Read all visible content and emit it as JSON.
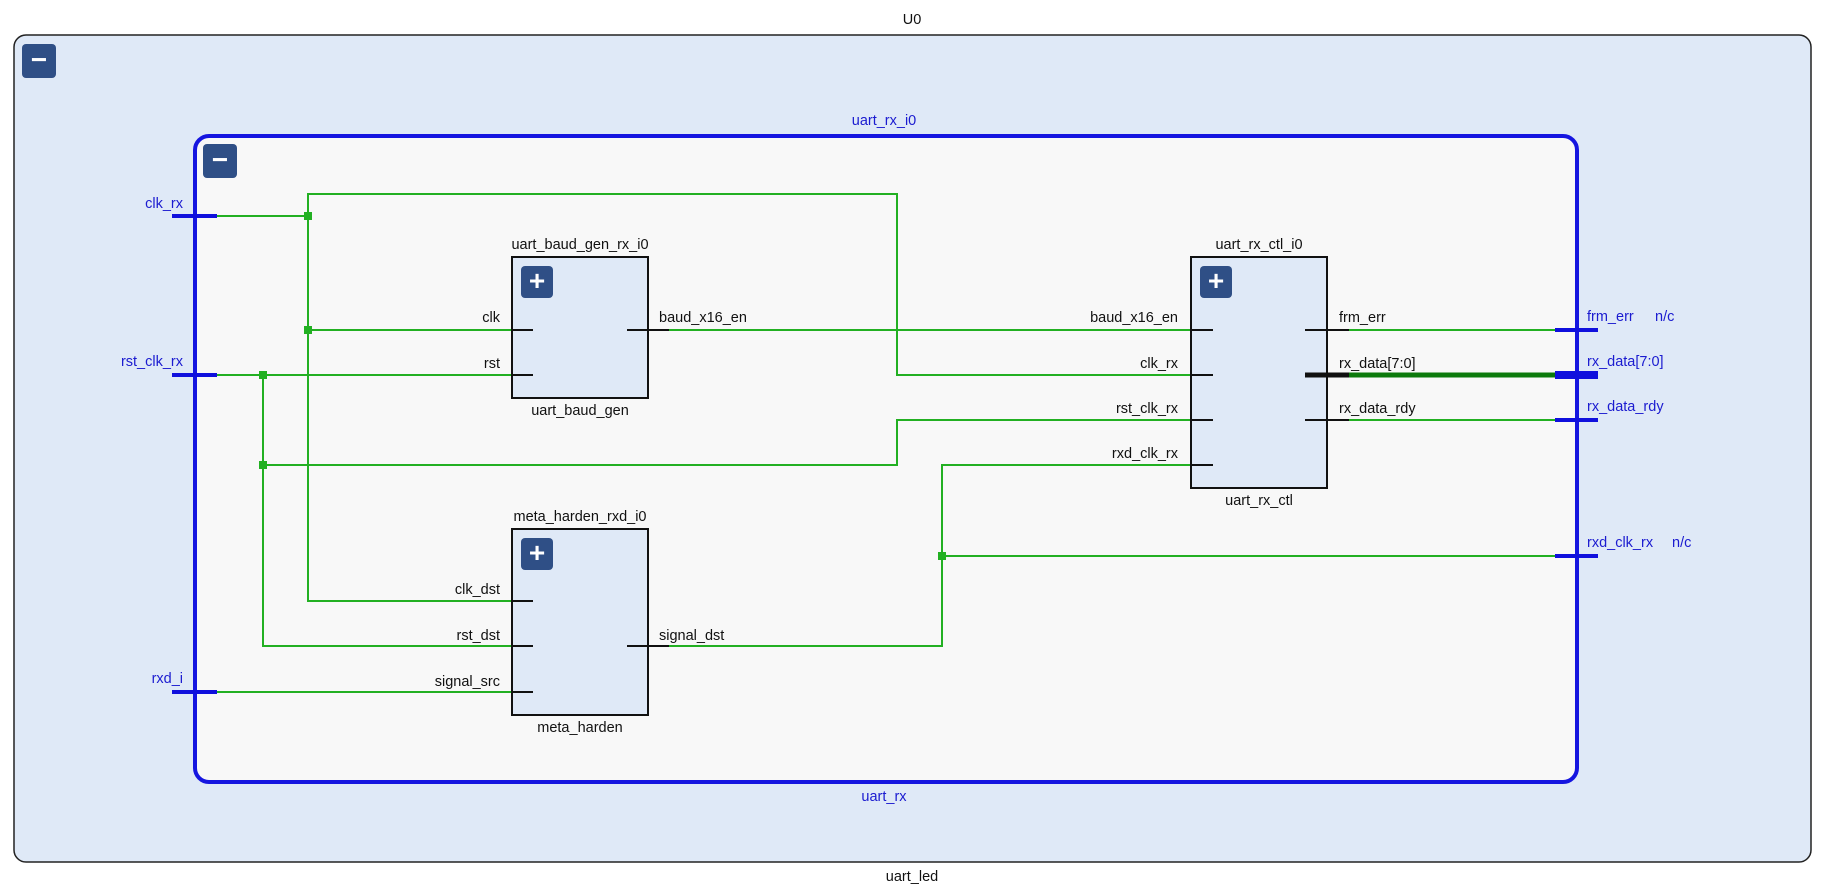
{
  "top": {
    "instance": "U0",
    "module": "uart_led",
    "toggle": "−"
  },
  "inner": {
    "instance": "uart_rx_i0",
    "module": "uart_rx",
    "toggle": "−"
  },
  "ports_in": {
    "clk_rx": "clk_rx",
    "rst_clk_rx": "rst_clk_rx",
    "rxd_i": "rxd_i"
  },
  "ports_out": {
    "frm_err": "frm_err",
    "frm_err_nc": "n/c",
    "rx_data": "rx_data[7:0]",
    "rx_data_rdy": "rx_data_rdy",
    "rxd_clk_rx": "rxd_clk_rx",
    "rxd_clk_rx_nc": "n/c"
  },
  "blocks": {
    "baud": {
      "instance": "uart_baud_gen_rx_i0",
      "module": "uart_baud_gen",
      "toggle": "+",
      "pins": {
        "clk": "clk",
        "rst": "rst",
        "baud_x16_en": "baud_x16_en"
      }
    },
    "ctl": {
      "instance": "uart_rx_ctl_i0",
      "module": "uart_rx_ctl",
      "toggle": "+",
      "pins": {
        "baud_x16_en": "baud_x16_en",
        "clk_rx": "clk_rx",
        "rst_clk_rx": "rst_clk_rx",
        "rxd_clk_rx": "rxd_clk_rx",
        "frm_err": "frm_err",
        "rx_data": "rx_data[7:0]",
        "rx_data_rdy": "rx_data_rdy"
      }
    },
    "meta": {
      "instance": "meta_harden_rxd_i0",
      "module": "meta_harden",
      "toggle": "+",
      "pins": {
        "clk_dst": "clk_dst",
        "rst_dst": "rst_dst",
        "signal_src": "signal_src",
        "signal_dst": "signal_dst"
      }
    }
  },
  "colors": {
    "outer_fill": "#dfe9f7",
    "inner_fill": "#f8f8f8",
    "inner_border": "#1515e0",
    "wire": "#22b022",
    "toggle_button": "#2f4f86"
  }
}
